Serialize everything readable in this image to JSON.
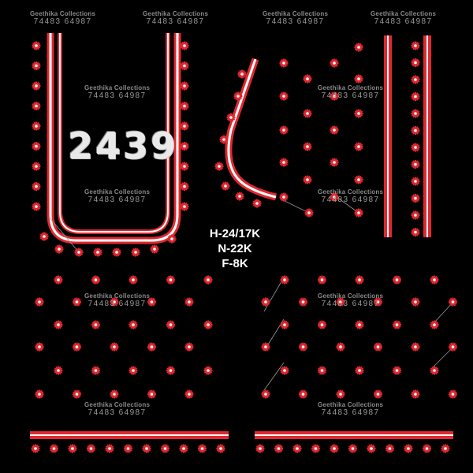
{
  "watermark": {
    "brand": "Geethika Collections",
    "phone": "74483  64987"
  },
  "design_number": "2439",
  "stitch_counts": [
    "H-24/17K",
    "N-22K",
    "F-8K"
  ],
  "colors": {
    "background": "#000000",
    "thread_red": "#e0282f",
    "thread_white": "#ffffff",
    "watermark_gray": "#8a8a8a"
  },
  "motif_icon": "asterisk-flower-icon"
}
